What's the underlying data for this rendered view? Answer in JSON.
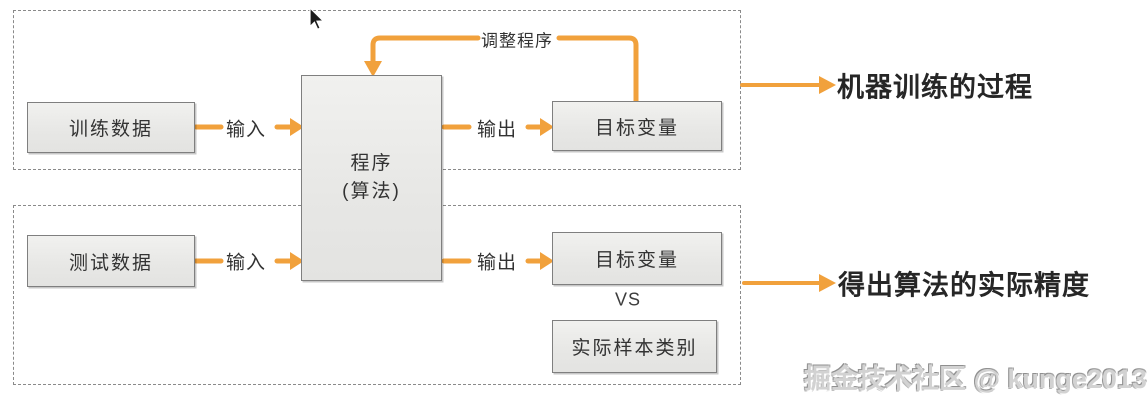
{
  "colors": {
    "accent_orange": "#F1A13C",
    "box_border": "#7f7f7f",
    "frame_border": "#8a8a8a",
    "text": "#333333",
    "annotation_text": "#262626",
    "watermark": "#d2d2d2"
  },
  "diagram": {
    "training_section": {
      "data_box": "训练数据",
      "input_label": "输入",
      "output_label": "输出",
      "target_box": "目标变量",
      "feedback_label": "调整程序",
      "annotation": "机器训练的过程"
    },
    "program_box": {
      "line1": "程序",
      "line2": "(算法)"
    },
    "testing_section": {
      "data_box": "测试数据",
      "input_label": "输入",
      "output_label": "输出",
      "target_box": "目标变量",
      "vs_label": "VS",
      "actual_box": "实际样本类别",
      "annotation": "得出算法的实际精度"
    },
    "watermark": "掘金技术社区 @ kunge2013"
  }
}
